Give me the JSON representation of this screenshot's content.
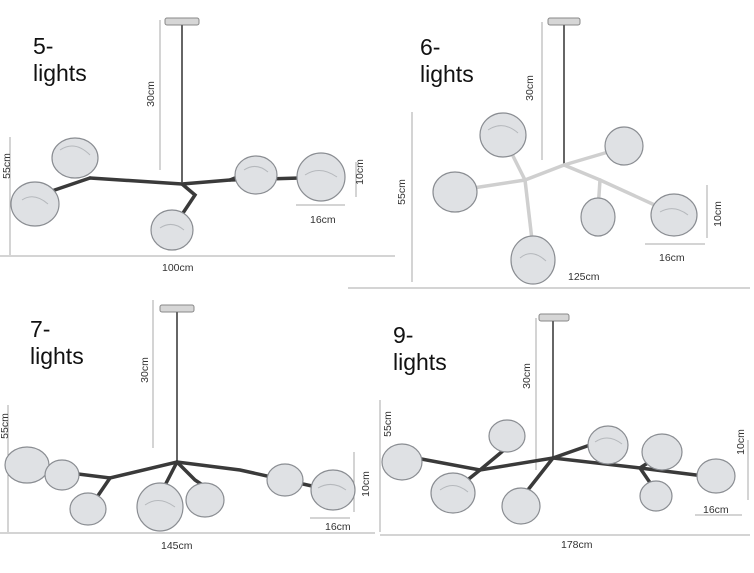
{
  "panels": [
    {
      "id": "p5",
      "title": "5-lights",
      "rod_length": "30cm",
      "height": "55cm",
      "globe_height": "10cm",
      "globe_width": "16cm",
      "span": "100cm"
    },
    {
      "id": "p6",
      "title": "6-lights",
      "rod_length": "30cm",
      "height": "55cm",
      "globe_height": "10cm",
      "globe_width": "16cm",
      "span": "125cm"
    },
    {
      "id": "p7",
      "title": "7-lights",
      "rod_length": "30cm",
      "height": "55cm",
      "globe_height": "10cm",
      "globe_width": "16cm",
      "span": "145cm"
    },
    {
      "id": "p9",
      "title": "9-lights",
      "rod_length": "30cm",
      "height": "55cm",
      "globe_height": "10cm",
      "globe_width": "16cm",
      "span": "178cm"
    }
  ],
  "colors": {
    "arm": "#3a3a3a",
    "glass": "#dfe1e4",
    "dimension_line": "#aaaaaa"
  }
}
